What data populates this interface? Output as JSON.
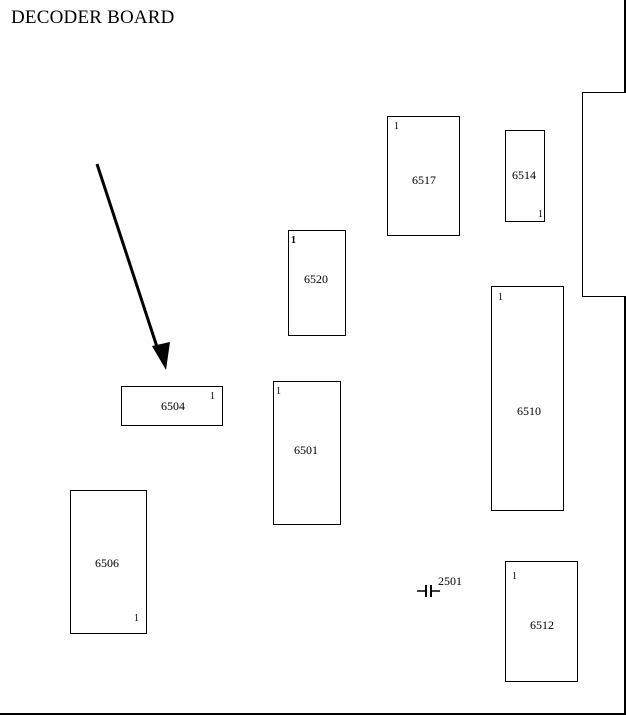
{
  "title": "DECODER BOARD",
  "components": {
    "c6517": {
      "ref": "6517",
      "pin": "1"
    },
    "c6514": {
      "ref": "6514",
      "pin": "1"
    },
    "c6520": {
      "ref": "6520",
      "pin": "1"
    },
    "c6510": {
      "ref": "6510",
      "pin": "1"
    },
    "c6504": {
      "ref": "6504",
      "pin": "1"
    },
    "c6501": {
      "ref": "6501",
      "pin": "1"
    },
    "c6506": {
      "ref": "6506",
      "pin": "1"
    },
    "c6512": {
      "ref": "6512",
      "pin": "1"
    }
  },
  "capacitor": {
    "ref": "2501"
  }
}
